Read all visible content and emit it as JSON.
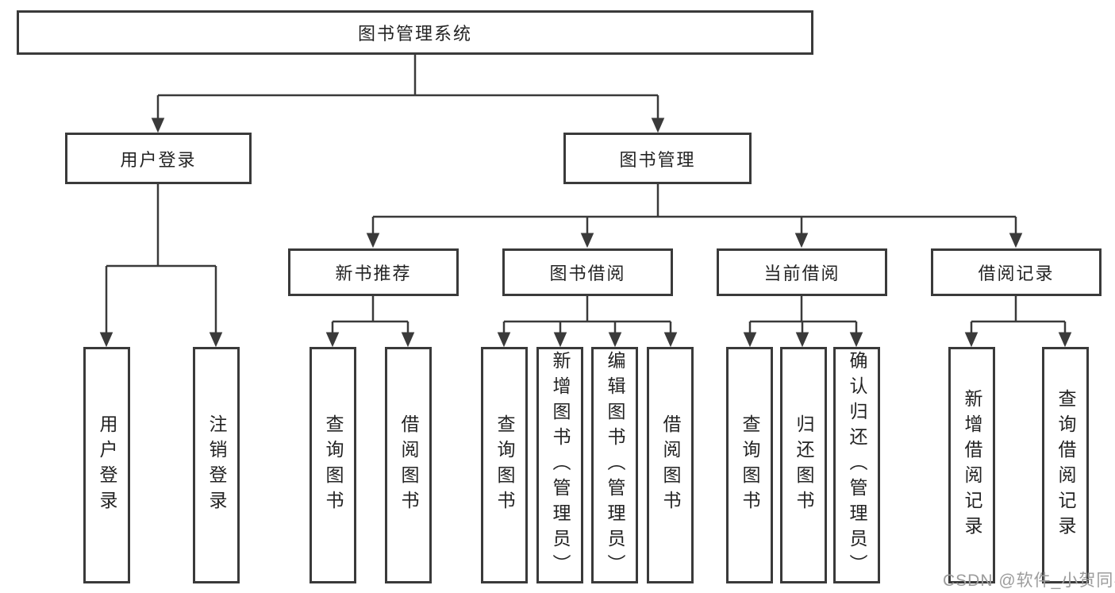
{
  "tree": {
    "label": "图书管理系统",
    "children": [
      {
        "label": "用户登录",
        "children": [
          {
            "label": "用户登录"
          },
          {
            "label": "注销登录"
          }
        ]
      },
      {
        "label": "图书管理",
        "children": [
          {
            "label": "新书推荐",
            "children": [
              {
                "label": "查询图书"
              },
              {
                "label": "借阅图书"
              }
            ]
          },
          {
            "label": "图书借阅",
            "children": [
              {
                "label": "查询图书"
              },
              {
                "label": "新增图书（管理员）"
              },
              {
                "label": "编辑图书（管理员）"
              },
              {
                "label": "借阅图书"
              }
            ]
          },
          {
            "label": "当前借阅",
            "children": [
              {
                "label": "查询图书"
              },
              {
                "label": "归还图书"
              },
              {
                "label": "确认归还（管理员）"
              }
            ]
          },
          {
            "label": "借阅记录",
            "children": [
              {
                "label": "新增借阅记录"
              },
              {
                "label": "查询借阅记录"
              }
            ]
          }
        ]
      }
    ]
  },
  "watermark": "CSDN @软件_小贺同学",
  "colors": {
    "line": "#3a3a3a",
    "text": "#232323",
    "watermark": "#9c9c9c",
    "background": "#ffffff"
  }
}
